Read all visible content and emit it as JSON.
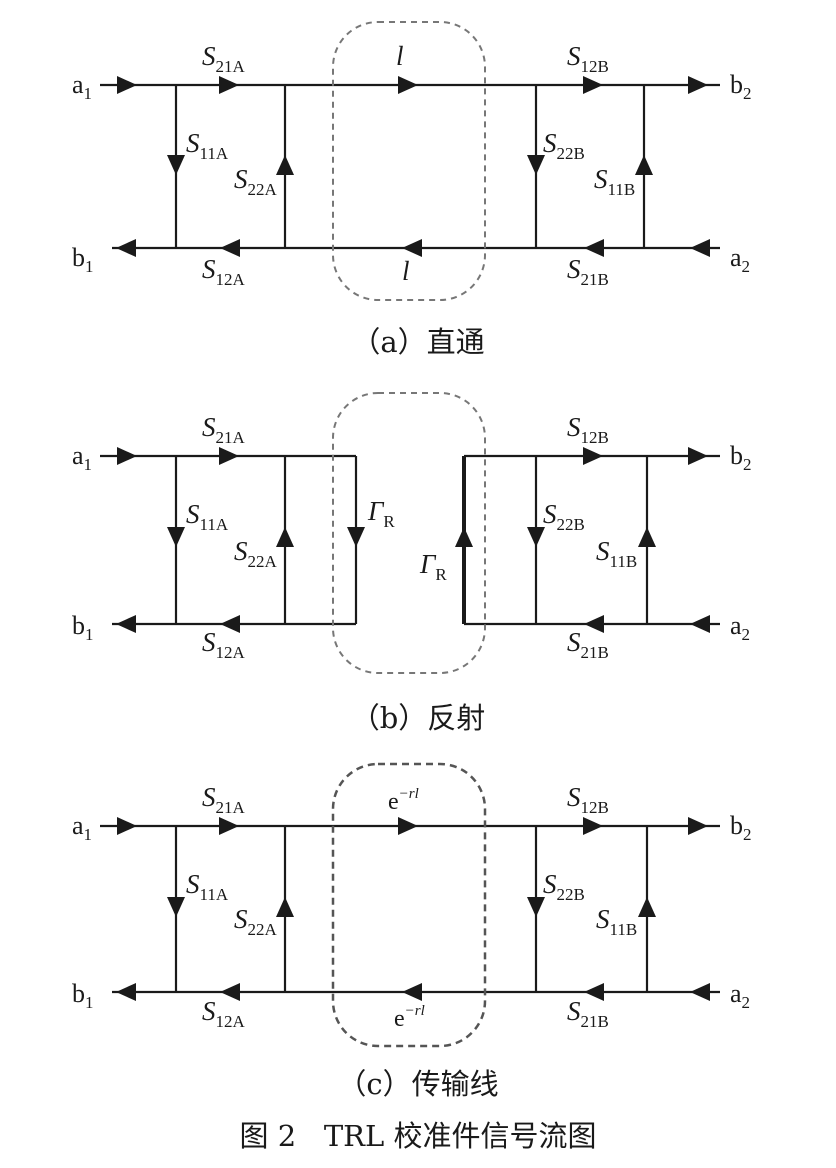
{
  "figure_caption": "图 2   TRL 校准件信号流图",
  "ports": {
    "a1": {
      "main": "a",
      "sub": "1"
    },
    "b1": {
      "main": "b",
      "sub": "1"
    },
    "a2": {
      "main": "a",
      "sub": "2"
    },
    "b2": {
      "main": "b",
      "sub": "2"
    }
  },
  "s_params": {
    "S21A": {
      "main": "S",
      "sub": "21A"
    },
    "S11A": {
      "main": "S",
      "sub": "11A"
    },
    "S22A": {
      "main": "S",
      "sub": "22A"
    },
    "S12A": {
      "main": "S",
      "sub": "12A"
    },
    "S12B": {
      "main": "S",
      "sub": "12B"
    },
    "S22B": {
      "main": "S",
      "sub": "22B"
    },
    "S11B": {
      "main": "S",
      "sub": "11B"
    },
    "S21B": {
      "main": "S",
      "sub": "21B"
    }
  },
  "panels": [
    {
      "caption": "（a）直通",
      "middle_top": "l",
      "middle_bottom": "l"
    },
    {
      "caption": "（b）反射",
      "gamma_main": "Γ",
      "gamma_sub": "R"
    },
    {
      "caption": "（c）传输线",
      "middle_main": "e",
      "middle_sup": "−rl"
    }
  ]
}
